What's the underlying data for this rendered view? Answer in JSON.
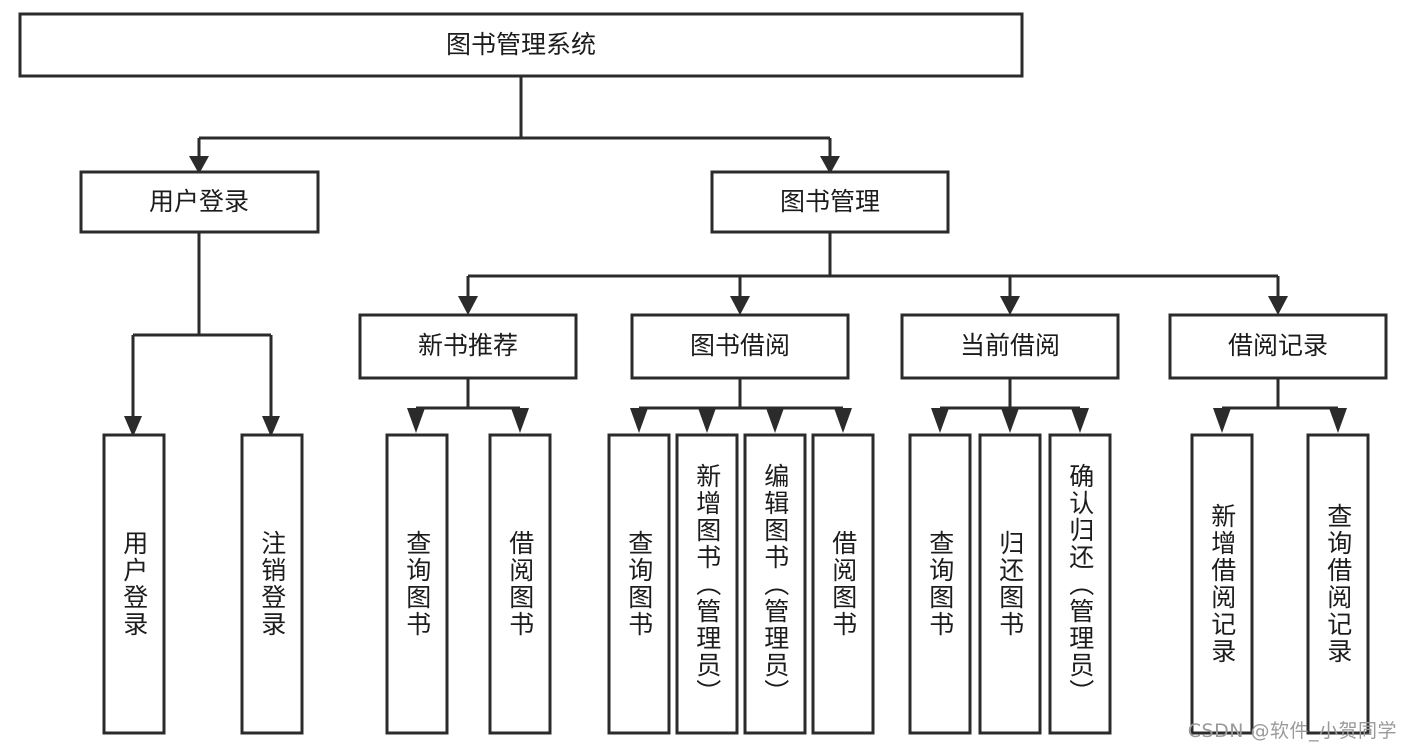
{
  "diagram": {
    "title": "图书管理系统",
    "type": "tree-hierarchy-chart",
    "orientation": "top-down",
    "colors": {
      "box_stroke": "#2b2b2b",
      "box_fill": "#ffffff",
      "text": "#1c1c1c",
      "connector": "#2b2b2b",
      "background": "#ffffff",
      "watermark": "#9a9a9a"
    },
    "root": {
      "label": "图书管理系统"
    },
    "level2": [
      {
        "label": "用户登录"
      },
      {
        "label": "图书管理"
      }
    ],
    "level3": [
      {
        "label": "新书推荐"
      },
      {
        "label": "图书借阅"
      },
      {
        "label": "当前借阅"
      },
      {
        "label": "借阅记录"
      }
    ],
    "leaves": {
      "user_login": [
        {
          "label": "用户登录"
        },
        {
          "label": "注销登录"
        }
      ],
      "new_book_recommend": [
        {
          "label": "查询图书"
        },
        {
          "label": "借阅图书"
        }
      ],
      "book_borrow": [
        {
          "label": "查询图书"
        },
        {
          "label": "新增图书（管理员）"
        },
        {
          "label": "编辑图书（管理员）"
        },
        {
          "label": "借阅图书"
        }
      ],
      "current_borrow": [
        {
          "label": "查询图书"
        },
        {
          "label": "归还图书"
        },
        {
          "label": "确认归还（管理员）"
        }
      ],
      "borrow_record": [
        {
          "label": "新增借阅记录"
        },
        {
          "label": "查询借阅记录"
        }
      ]
    }
  },
  "watermark": {
    "text": "CSDN @软件_小贺同学"
  }
}
